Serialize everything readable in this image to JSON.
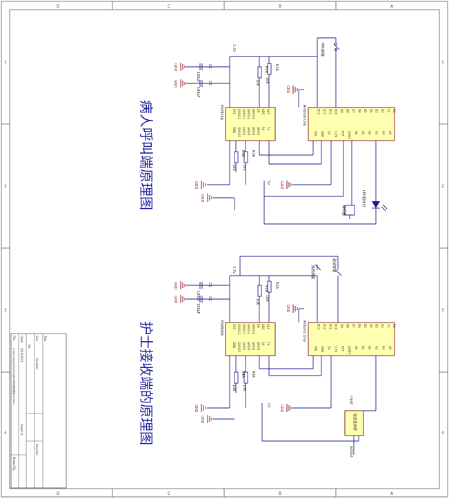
{
  "titles": {
    "top_circuit": "病人呼叫端原理图",
    "bottom_circuit": "护士接收端的原理图"
  },
  "frame": {
    "zone_letters": [
      "D",
      "C",
      "B",
      "A"
    ],
    "zone_numbers": [
      "1",
      "2",
      "3",
      "4"
    ]
  },
  "title_block": {
    "title_label": "Title",
    "size_label": "Size",
    "size_value": "A4",
    "number_label": "Number",
    "revision_label": "Revision",
    "date_label": "Date:",
    "date_value": "4/26/2021",
    "sheet_label": "Sheet of",
    "file_label": "File:",
    "file_value": "C:\\Users\\lqu\\Desktop\\病人呼叫端原理图.SchDoc",
    "drawn_by_label": "Drawn By:"
  },
  "components": {
    "esp_name": "ESP8266",
    "esp_pins_left": [
      "VCC",
      "GPIO13",
      "GPIO12",
      "GPIO14",
      "GPIO16",
      "EN",
      "ADC",
      "RST"
    ],
    "esp_pins_right": [
      "GND",
      "GPIO15",
      "GPIO2",
      "GPIO0",
      "GPIO4",
      "GPIO5",
      "RX",
      "TX"
    ],
    "arduino_name": "Arduino Uno",
    "arduino_pins_left": [
      "VIN",
      "GND",
      "5V",
      "3.3V",
      "RST",
      "IOREF",
      "A0",
      "A1",
      "A2",
      "A3",
      "A4",
      "A5"
    ],
    "arduino_pins_right": [
      "RX",
      "TX",
      "D2",
      "D3",
      "D4",
      "D5",
      "D6",
      "D7",
      "D8",
      "D9",
      "D10",
      "D11",
      "D12",
      "D13"
    ],
    "cap1": "C1",
    "cap2": "C2",
    "cap_value": "100pF",
    "r1": "R1A",
    "r2": "R2A",
    "r3": "R3A",
    "r4": "R4A",
    "res_value": "10K",
    "v33": "3.3V",
    "v5": "5V",
    "gnd": "GND"
  },
  "top_parts": {
    "call_button": "呼叫按键",
    "buzzer": "蜂鸣器",
    "led": "LED指示灯"
  },
  "bottom_parts": {
    "receive_button": "接收按键",
    "cancel_button": "取消按键",
    "display": "信息显示屏",
    "input_label": "input",
    "output_label": "output"
  }
}
